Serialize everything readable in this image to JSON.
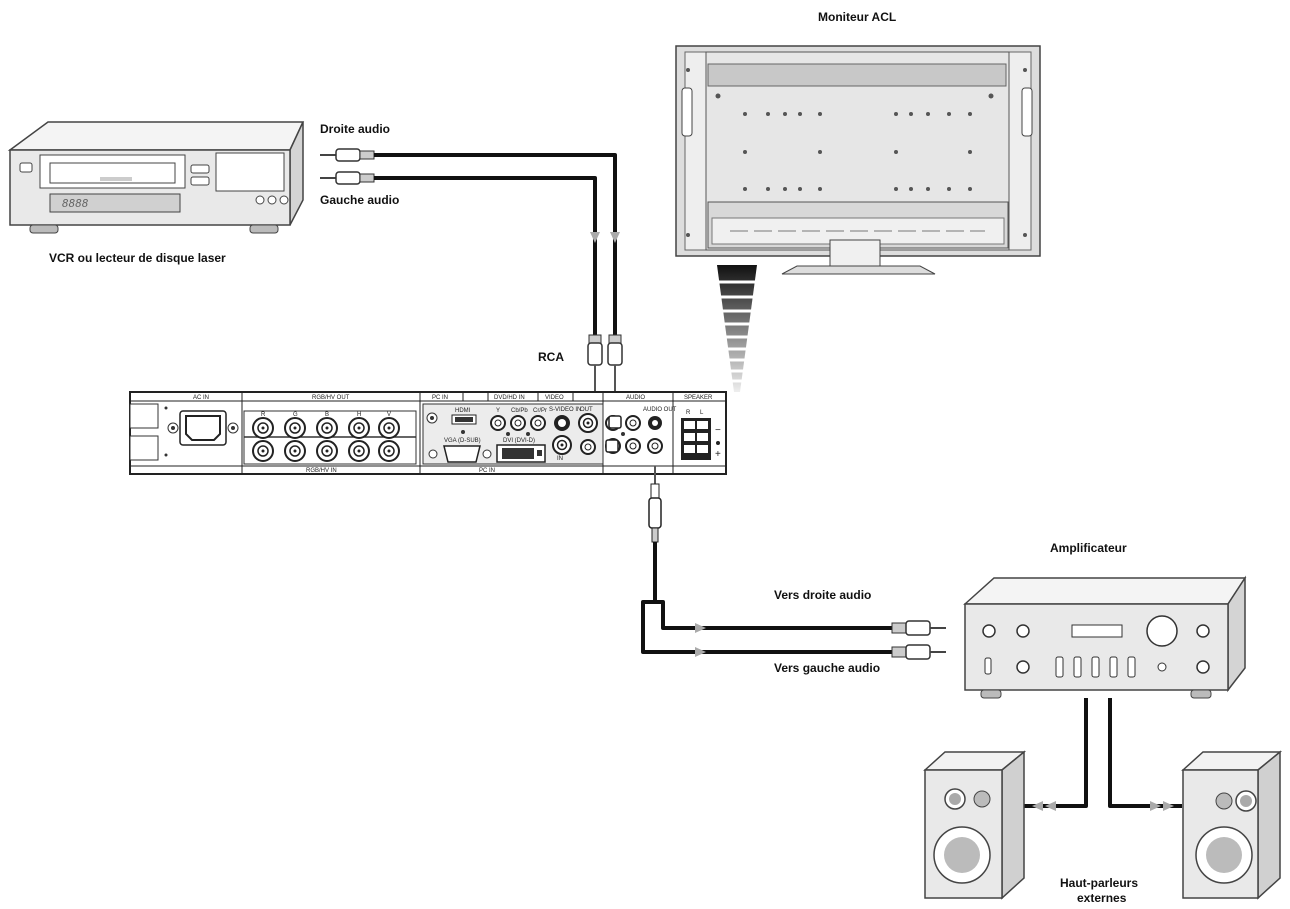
{
  "labels": {
    "vcr": "VCR ou lecteur de disque laser",
    "audio_right": "Droite audio",
    "audio_left": "Gauche audio",
    "monitor": "Moniteur ACL",
    "rca": "RCA",
    "amplifier": "Amplificateur",
    "to_audio_right": "Vers droite audio",
    "to_audio_left": "Vers gauche audio",
    "speakers_line1": "Haut-parleurs",
    "speakers_line2": "externes"
  },
  "vcr_display": "8888",
  "panel": {
    "ac_in": "AC IN",
    "rgbhv_out": "RGB/HV OUT",
    "rgbhv_in": "RGB/HV IN",
    "pc_in_top": "PC IN",
    "dvd_hd_in": "DVD/HD IN",
    "video": "VIDEO",
    "audio": "AUDIO",
    "speaker": "SPEAKER",
    "hdmi": "HDMI",
    "vga": "VGA (D-SUB)",
    "dvi": "DVI (DVI-D)",
    "pc_in_bottom": "PC IN",
    "audio_out": "AUDIO OUT",
    "s_video_in": "S-VIDEO IN",
    "out": "OUT",
    "in": "IN",
    "rgbhv_letters": [
      "R",
      "G",
      "B",
      "H",
      "V"
    ],
    "dvd_letters": [
      "Y",
      "Cb/Pb",
      "Cr/Pr"
    ],
    "speaker_letters": [
      "R",
      "L"
    ],
    "minus": "−",
    "plus": "+"
  }
}
